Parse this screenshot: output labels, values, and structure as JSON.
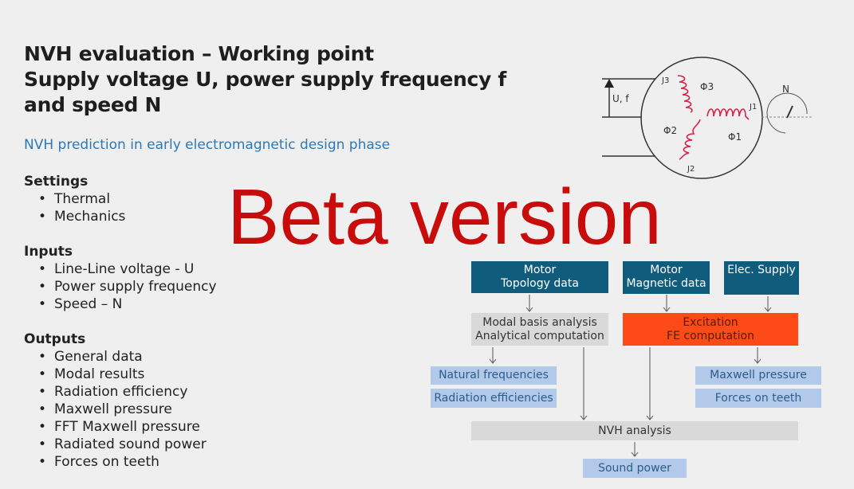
{
  "title": {
    "line1": "NVH evaluation – Working point",
    "line2": "Supply voltage U, power supply frequency f",
    "line3": "and speed N"
  },
  "subtitle": "NVH prediction in early electromagnetic design phase",
  "settings": {
    "heading": "Settings",
    "items": [
      "Thermal",
      "Mechanics"
    ]
  },
  "inputs": {
    "heading": "Inputs",
    "items": [
      "Line-Line voltage - U",
      "Power supply frequency",
      "Speed – N"
    ]
  },
  "outputs": {
    "heading": "Outputs",
    "items": [
      "General data",
      "Modal results",
      "Radiation efficiency",
      "Maxwell pressure",
      "FFT Maxwell pressure",
      "Radiated sound power",
      "Forces on teeth"
    ]
  },
  "watermark": "Beta version",
  "motor_diagram": {
    "voltage_label": "U, f",
    "speed_label": "N",
    "phases": [
      "Φ1",
      "Φ2",
      "Φ3"
    ],
    "currents": [
      "J1",
      "J2",
      "J3"
    ]
  },
  "flow": {
    "topology": "Motor\nTopology data",
    "magnetic": "Motor\nMagnetic data",
    "supply": "Elec. Supply",
    "modal": "Modal basis analysis\nAnalytical computation",
    "excitation": "Excitation\nFE computation",
    "natural_freq": "Natural frequencies",
    "radiation_eff": "Radiation efficiencies",
    "maxwell": "Maxwell pressure",
    "forces": "Forces on teeth",
    "nvh": "NVH analysis",
    "sound_power": "Sound power"
  },
  "colors": {
    "dark_box": "#105c7c",
    "orange_box": "#fd4a17",
    "blue_box": "#b3c9ea",
    "grey_box": "#d9d9d9",
    "watermark": "#c80b0b",
    "subtitle": "#2a7ab8"
  }
}
